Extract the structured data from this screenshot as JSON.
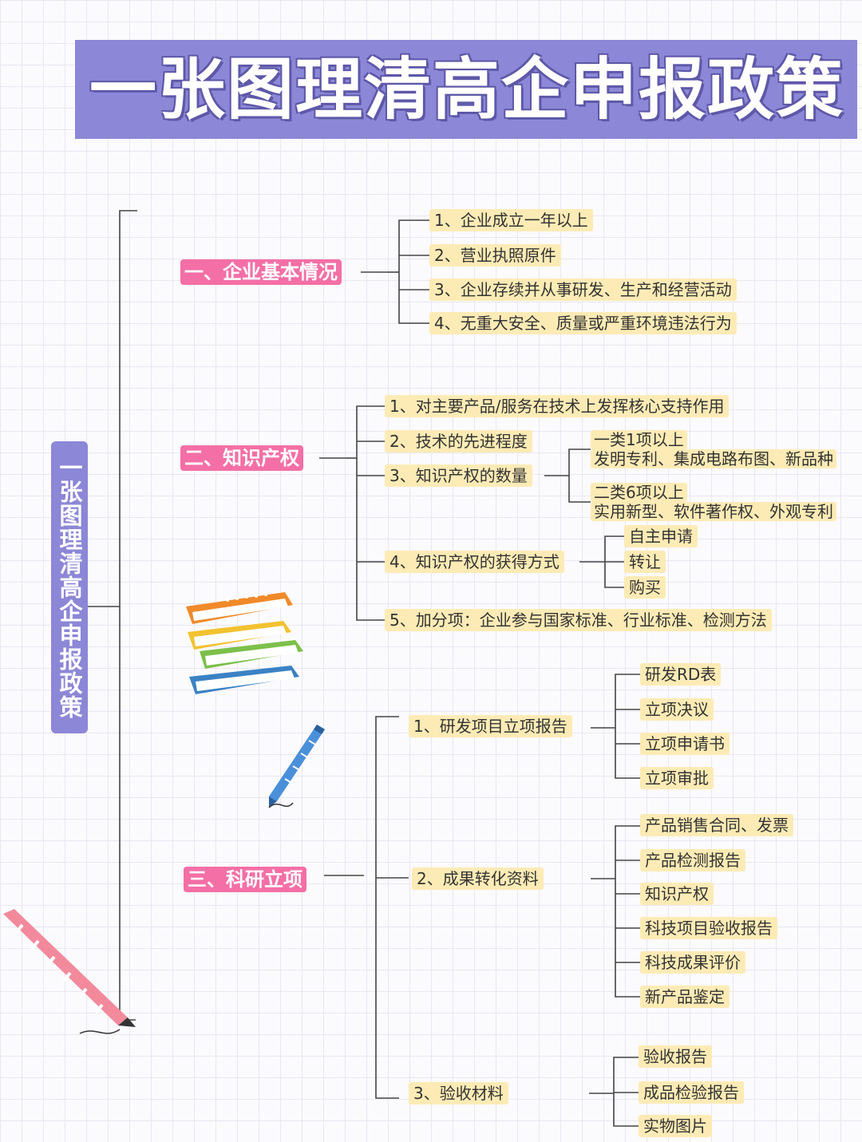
{
  "title": "一张图理清高企申报政策",
  "side_title": "一张图理清高企申报政策",
  "sections": {
    "s1": {
      "label": "一、企业基本情况",
      "items": [
        "1、企业成立一年以上",
        "2、营业执照原件",
        "3、企业存续并从事研发、生产和经营活动",
        "4、无重大安全、质量或严重环境违法行为"
      ]
    },
    "s2": {
      "label": "二、知识产权",
      "items": [
        "1、对主要产品/服务在技术上发挥核心支持作用",
        "2、技术的先进程度",
        "3、知识产权的数量",
        "4、知识产权的获得方式",
        "5、加分项：企业参与国家标准、行业标准、检测方法"
      ],
      "quantity": {
        "type1_title": "一类1项以上",
        "type1_desc": "发明专利、集成电路布图、新品种",
        "type2_title": "二类6项以上",
        "type2_desc": "实用新型、软件著作权、外观专利"
      },
      "methods": [
        "自主申请",
        "转让",
        "购买"
      ]
    },
    "s3": {
      "label": "三、科研立项",
      "items": [
        "1、研发项目立项报告",
        "2、成果转化资料",
        "3、验收材料"
      ],
      "report_docs": [
        "研发RD表",
        "立项决议",
        "立项申请书",
        "立项审批"
      ],
      "transfer_docs": [
        "产品销售合同、发票",
        "产品检测报告",
        "知识产权",
        "科技项目验收报告",
        "科技成果评价",
        "新产品鉴定"
      ],
      "acceptance_docs": [
        "验收报告",
        "成品检验报告",
        "实物图片"
      ]
    }
  },
  "colors": {
    "banner": "#8c87d6",
    "category": "#f46fa6",
    "node_highlight": "#fcebb5",
    "line": "#444444"
  },
  "decorations": [
    "books-illustration",
    "blue-pencil-illustration",
    "pink-pencil-illustration"
  ]
}
